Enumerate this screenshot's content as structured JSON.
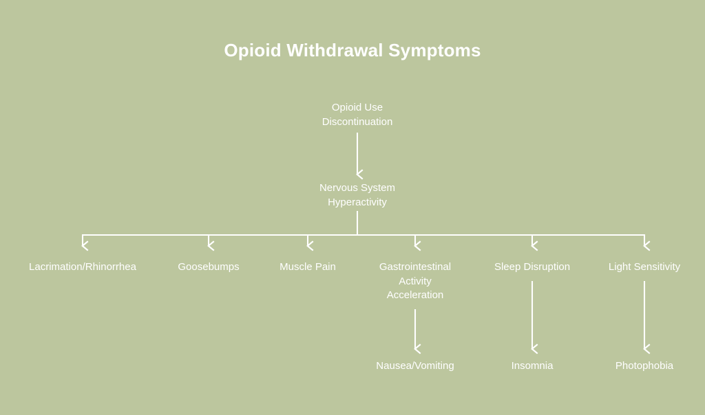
{
  "diagram": {
    "title": "Opioid Withdrawal Symptoms",
    "background_color": "#bcc69e",
    "line_color": "#ffffff",
    "text_color": "#ffffff",
    "nodes": {
      "root": "Opioid Use\nDiscontinuation",
      "hyperactivity": "Nervous System\nHyperactivity",
      "lacrimation": "Lacrimation/Rhinorrhea",
      "goosebumps": "Goosebumps",
      "muscle_pain": "Muscle Pain",
      "gastrointestinal": "Gastrointestinal\nActivity\nAcceleration",
      "sleep_disruption": "Sleep Disruption",
      "light_sensitivity": "Light Sensitivity",
      "nausea": "Nausea/Vomiting",
      "insomnia": "Insomnia",
      "photophobia": "Photophobia"
    },
    "edges": [
      {
        "from": "root",
        "to": "hyperactivity",
        "style": "arrow"
      },
      {
        "from": "hyperactivity",
        "to": "lacrimation",
        "style": "arrow"
      },
      {
        "from": "hyperactivity",
        "to": "goosebumps",
        "style": "arrow"
      },
      {
        "from": "hyperactivity",
        "to": "muscle_pain",
        "style": "arrow"
      },
      {
        "from": "hyperactivity",
        "to": "gastrointestinal",
        "style": "arrow"
      },
      {
        "from": "hyperactivity",
        "to": "sleep_disruption",
        "style": "arrow"
      },
      {
        "from": "hyperactivity",
        "to": "light_sensitivity",
        "style": "arrow"
      },
      {
        "from": "gastrointestinal",
        "to": "nausea",
        "style": "arrow"
      },
      {
        "from": "sleep_disruption",
        "to": "insomnia",
        "style": "arrow"
      },
      {
        "from": "light_sensitivity",
        "to": "photophobia",
        "style": "arrow"
      }
    ]
  }
}
